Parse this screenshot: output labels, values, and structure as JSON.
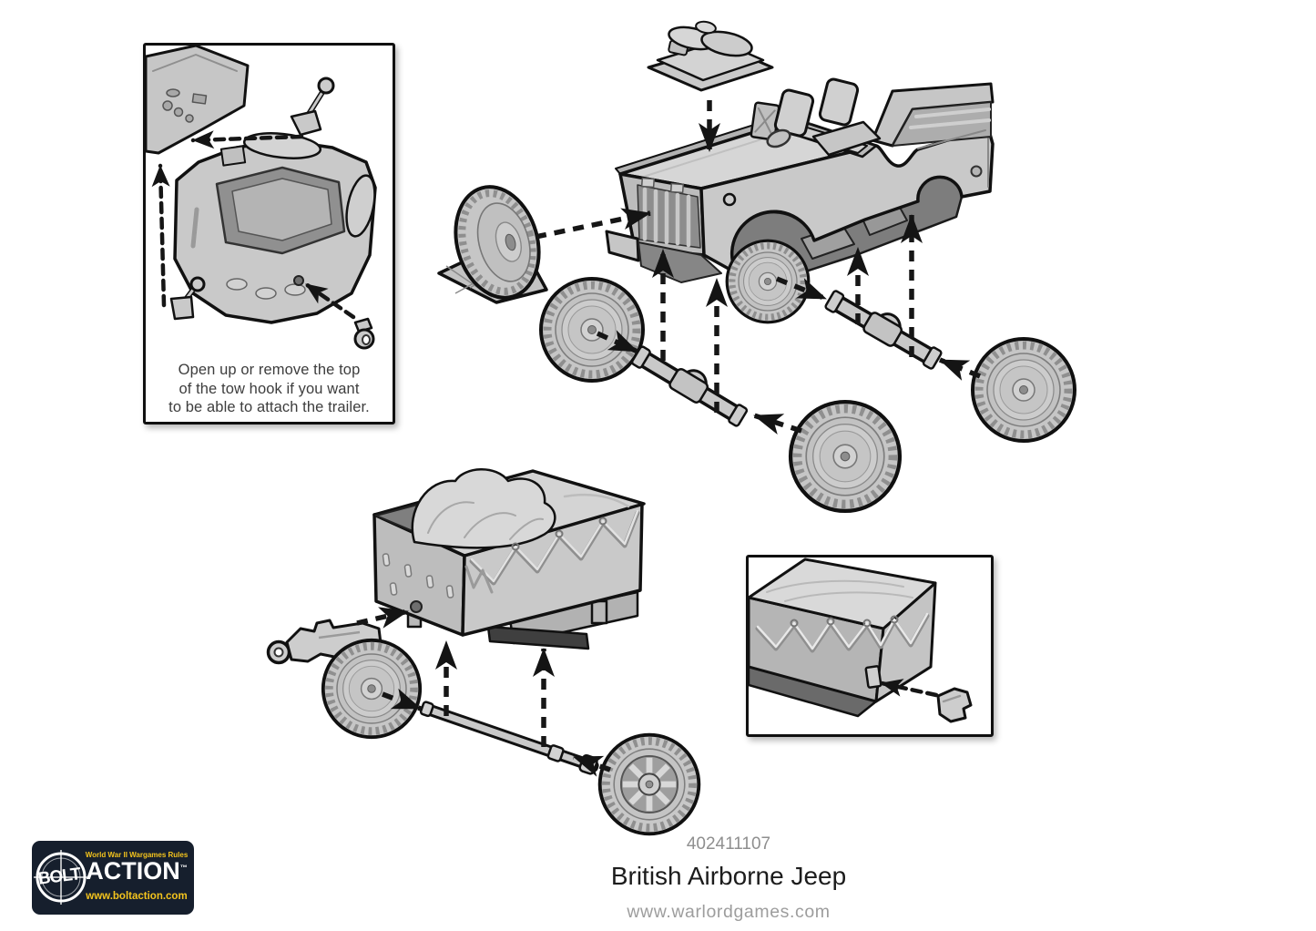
{
  "sheet": {
    "inset_tow_hook": {
      "caption_lines": [
        "Open up or remove the top",
        "of the tow hook if you want",
        "to be able to attach the trailer."
      ]
    },
    "footer": {
      "product_code": "402411107",
      "product_name": "British Airborne Jeep",
      "website": "www.warlordgames.com"
    },
    "logo": {
      "tagline": "World War II Wargames Rules",
      "brand_primary": "BOLT",
      "brand_secondary": "ACTION",
      "trademark": "™",
      "website": "www.boltaction.com",
      "background_color": "#161f2d",
      "accent_color": "#f4c41d",
      "text_color": "#ffffff"
    },
    "art_colors": {
      "part_fill": "#c9c9c9",
      "part_light": "#d6d6d6",
      "part_shadow": "#7d7d7d",
      "outline": "#111111",
      "arrow": "#161616",
      "background": "#ffffff"
    }
  }
}
